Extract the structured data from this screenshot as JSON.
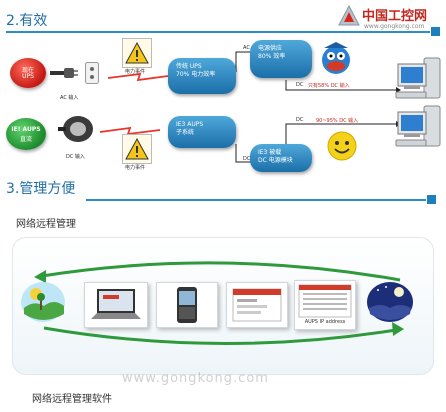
{
  "header": {
    "logo_text": "中国工控网",
    "logo_sub": "www.gongkong.com"
  },
  "section2": {
    "title": "2.有效",
    "row1": {
      "badge_line1": "现在",
      "badge_line2": "UPS",
      "ac_input": "AC 输入",
      "caution_label": "电力事件",
      "box1_line1": "传统 UPS",
      "box1_line2": "70%  电力效率",
      "ac_label": "AC",
      "box2_line1": "电源供应",
      "box2_line2": "80% 效率",
      "dc_label": "DC",
      "dc_note": "只有58% DC 输入"
    },
    "row2": {
      "badge_line1": "IE! AUPS",
      "badge_line2": "直流",
      "dc_input": "DC 输入",
      "caution_label": "电力事件",
      "box1_line1": "IE3 AUPS",
      "box1_line2": "子系统",
      "dc_label1": "DC",
      "box2_line1": "IE3 被载",
      "box2_line2": "DC 电源模块",
      "dc_label2": "DC",
      "dc_note": "90~95% DC 输入"
    }
  },
  "section3": {
    "title": "3.管理方便",
    "subtitle": "网络远程管理",
    "card_caption": "AUPS IP address",
    "footer_subtitle": "网络远程管理软件"
  },
  "watermark": "www.gongkong.com",
  "colors": {
    "accent": "#2b8fc9",
    "box": "#1b6fa8",
    "arrow_green": "#2f9a3c",
    "lightning": "#e8342a"
  }
}
